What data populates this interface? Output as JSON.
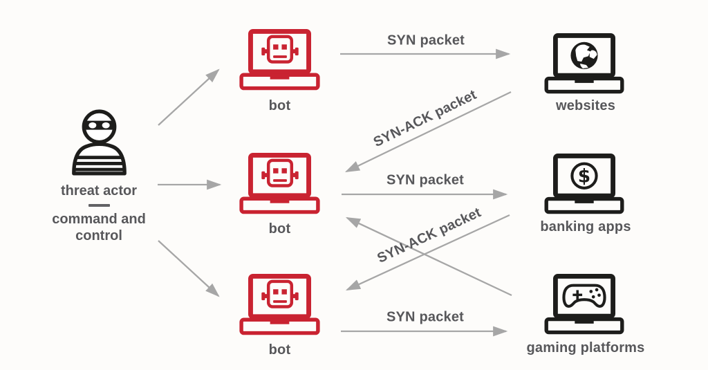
{
  "colors": {
    "bg": "#fdfcfa",
    "bot_red": "#c92331",
    "target_black": "#1d1d1b",
    "arrow_gray": "#a6a6a6",
    "text_gray": "#57575a",
    "divider_gray": "#626265"
  },
  "source": {
    "label": "threat actor",
    "sublabel": "command and control",
    "icon": "threat-actor-icon"
  },
  "bots": [
    {
      "label": "bot",
      "icon": "robot-laptop-icon"
    },
    {
      "label": "bot",
      "icon": "robot-laptop-icon"
    },
    {
      "label": "bot",
      "icon": "robot-laptop-icon"
    }
  ],
  "targets": [
    {
      "label": "websites",
      "icon": "globe-laptop-icon"
    },
    {
      "label": "banking apps",
      "icon": "dollar-laptop-icon"
    },
    {
      "label": "gaming platforms",
      "icon": "gamepad-laptop-icon"
    }
  ],
  "arrow_labels": {
    "syn_top": "SYN packet",
    "synack_top": "SYN-ACK packet",
    "syn_middle": "SYN packet",
    "synack_bottom": "SYN-ACK packet",
    "syn_bottom": "SYN packet"
  }
}
